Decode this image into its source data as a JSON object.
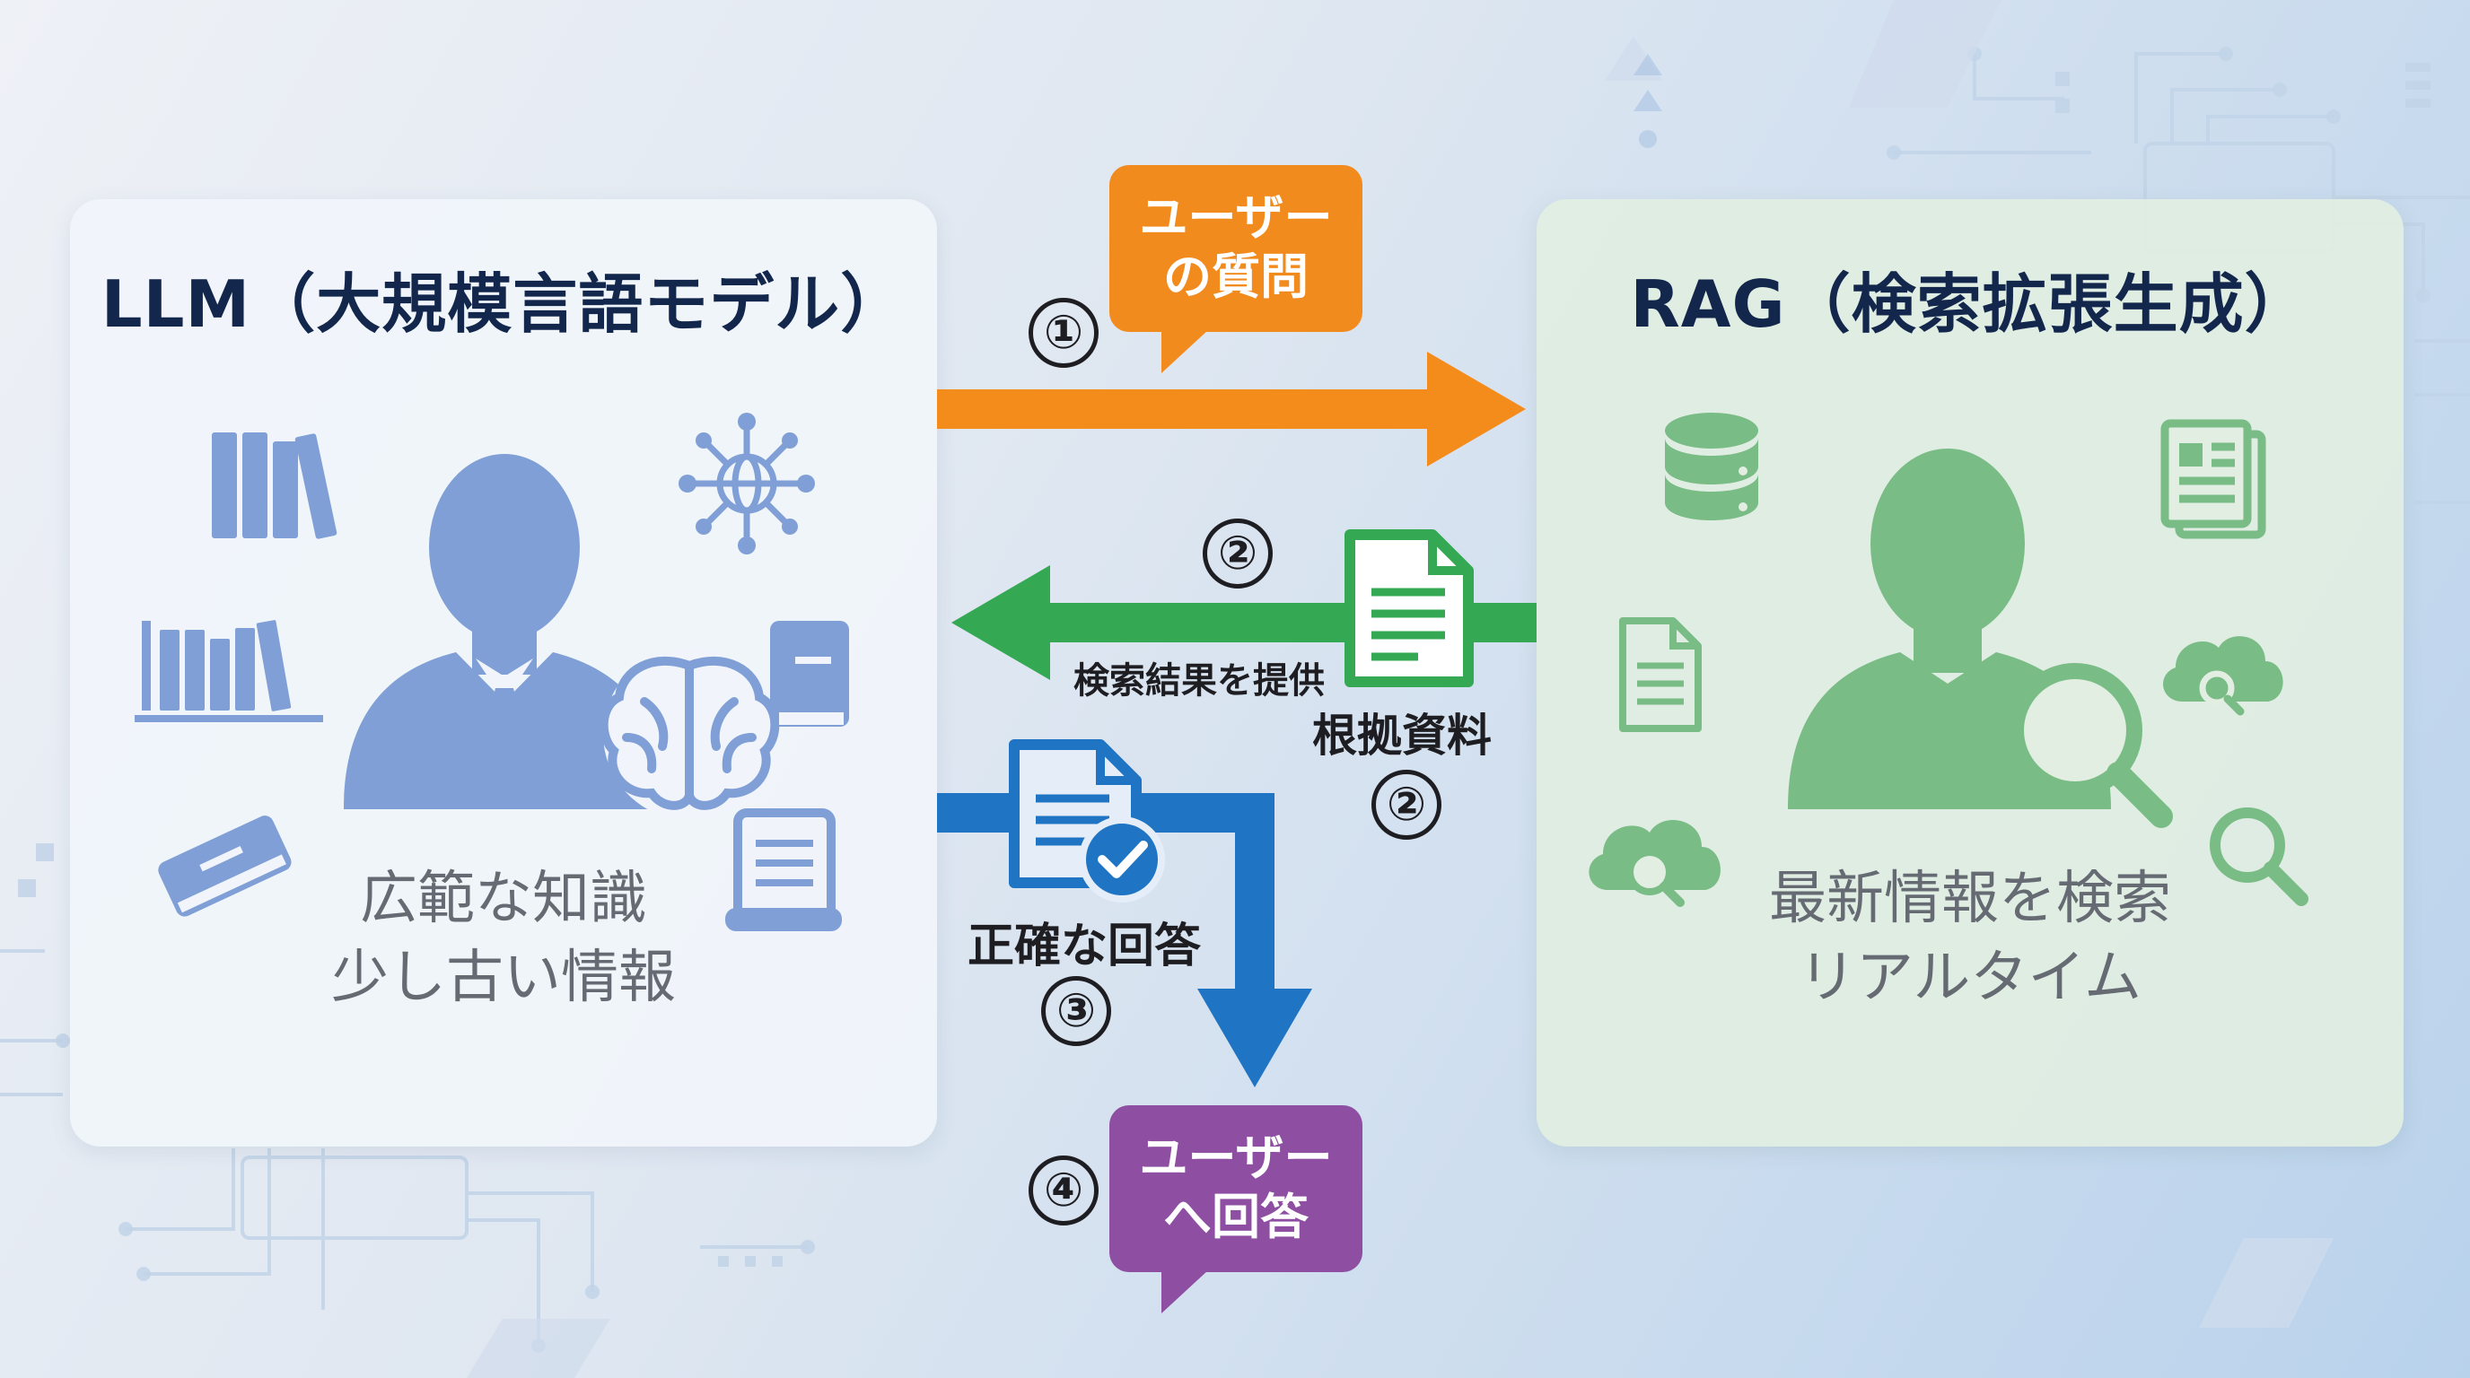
{
  "llm": {
    "title": "LLM（大規模言語モデル）",
    "caption_line1": "広範な知識",
    "caption_line2": "少し古い情報"
  },
  "rag": {
    "title": "RAG（検索拡張生成）",
    "caption_line1": "最新情報を検索",
    "caption_line2": "リアルタイム"
  },
  "flow": {
    "question_bubble_line1": "ユーザー",
    "question_bubble_line2": "の質問",
    "step1": "①",
    "search_result_label": "検索結果を提供",
    "step2_top": "②",
    "evidence_label": "根拠資料",
    "step2_bottom": "②",
    "accurate_answer_label": "正確な回答",
    "step3": "③",
    "step4": "④",
    "answer_bubble_line1": "ユーザー",
    "answer_bubble_line2": "へ回答"
  },
  "colors": {
    "llm_icon": "#7f9fd6",
    "rag_icon": "#79bc85",
    "arrow_question": "#f48c1c",
    "arrow_evidence": "#34a853",
    "arrow_answer": "#1f74c3",
    "bubble_question": "#f28b1e",
    "bubble_answer": "#8e4fa2",
    "title_text": "#13264b"
  },
  "icons": {
    "llm": [
      "books-icon",
      "network-globe-icon",
      "person-icon",
      "brain-icon",
      "library-books-icon",
      "book-icon",
      "closed-book-icon",
      "scroll-document-icon"
    ],
    "rag": [
      "database-icon",
      "newspaper-icon",
      "person-icon",
      "magnifier-icon",
      "document-icon",
      "cloud-search-icon",
      "cloud-search-icon",
      "search-icon"
    ],
    "flow": [
      "document-icon",
      "checked-document-icon"
    ]
  }
}
